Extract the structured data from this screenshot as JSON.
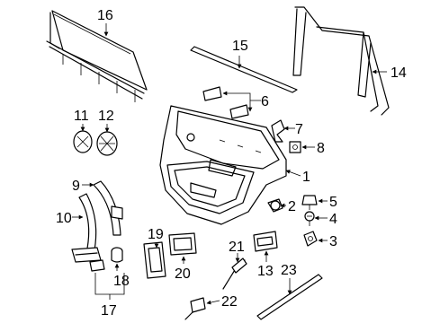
{
  "callouts": [
    {
      "id": "c1",
      "label": "1"
    },
    {
      "id": "c2",
      "label": "2"
    },
    {
      "id": "c3",
      "label": "3"
    },
    {
      "id": "c4",
      "label": "4"
    },
    {
      "id": "c5",
      "label": "5"
    },
    {
      "id": "c6",
      "label": "6"
    },
    {
      "id": "c7",
      "label": "7"
    },
    {
      "id": "c8",
      "label": "8"
    },
    {
      "id": "c9",
      "label": "9"
    },
    {
      "id": "c10",
      "label": "10"
    },
    {
      "id": "c11",
      "label": "11"
    },
    {
      "id": "c12",
      "label": "12"
    },
    {
      "id": "c13",
      "label": "13"
    },
    {
      "id": "c14",
      "label": "14"
    },
    {
      "id": "c15",
      "label": "15"
    },
    {
      "id": "c16",
      "label": "16"
    },
    {
      "id": "c17",
      "label": "17"
    },
    {
      "id": "c18",
      "label": "18"
    },
    {
      "id": "c19",
      "label": "19"
    },
    {
      "id": "c20",
      "label": "20"
    },
    {
      "id": "c21",
      "label": "21"
    },
    {
      "id": "c22",
      "label": "22"
    },
    {
      "id": "c23",
      "label": "23"
    }
  ]
}
